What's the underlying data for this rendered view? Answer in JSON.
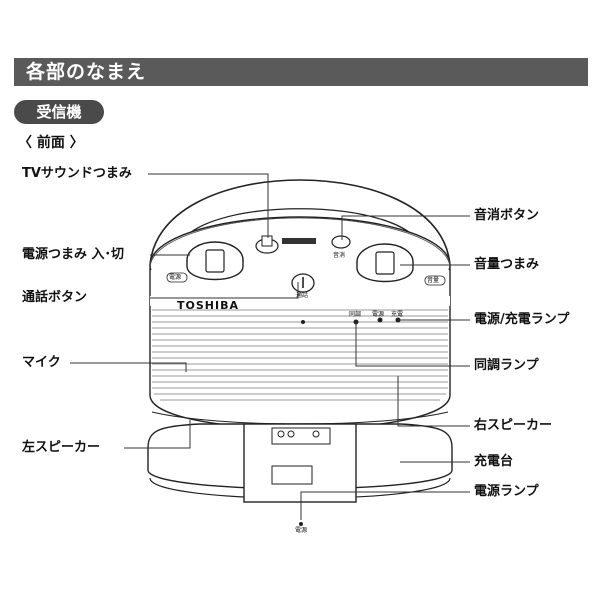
{
  "header": {
    "section_title": "各部のなまえ",
    "subsection": "受信機"
  },
  "view_label": "〈 前面 〉",
  "device": {
    "brand": "TOSHIBA",
    "knob_left_tag": "電源",
    "knob_right_tag": "音量",
    "button_mute_tag": "音消",
    "button_talk_tag": "通話",
    "lamp_labels": [
      "電源",
      "充電"
    ],
    "sync_lamp_tag": "同調",
    "charger_lamp_tag": "電源"
  },
  "labels": {
    "tv_sound_knob": "TVサウンドつまみ",
    "power_knob": "電源つまみ 入･切",
    "talk_button": "通話ボタン",
    "mic": "マイク",
    "left_speaker": "左スピーカー",
    "mute_button": "音消ボタン",
    "volume_knob": "音量つまみ",
    "power_charge_lamp": "電源/充電ランプ",
    "sync_lamp": "同調ランプ",
    "right_speaker": "右スピーカー",
    "charger": "充電台",
    "power_lamp": "電源ランプ"
  }
}
